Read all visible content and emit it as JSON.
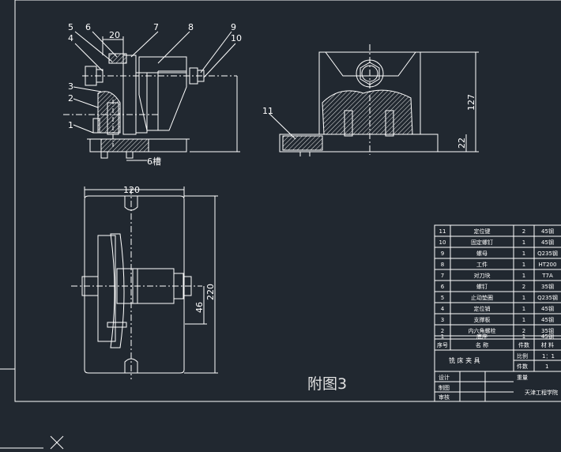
{
  "colors": {
    "background": "#212830",
    "line": "#ffffff",
    "hatch": "#e8e8e8",
    "dim": "#ffffff"
  },
  "caption": "附图3",
  "front_view": {
    "balloons": [
      "5",
      "6",
      "7",
      "8",
      "9",
      "10",
      "4",
      "3",
      "2",
      "1"
    ],
    "dim_width": "20",
    "dim_offset": "6槽"
  },
  "side_view": {
    "balloon": "11",
    "dim_height": "127",
    "dim_base": "22"
  },
  "top_view": {
    "dim_width": "120",
    "dim_length": "220",
    "dim_offset": "46"
  },
  "parts_list": {
    "rows": [
      {
        "no": "11",
        "name": "定位键",
        "qty": "2",
        "material": "45钢"
      },
      {
        "no": "10",
        "name": "固定螺钉",
        "qty": "1",
        "material": "45钢"
      },
      {
        "no": "9",
        "name": "螺母",
        "qty": "1",
        "material": "Q235钢"
      },
      {
        "no": "8",
        "name": "工件",
        "qty": "1",
        "material": "HT200"
      },
      {
        "no": "7",
        "name": "对刀块",
        "qty": "1",
        "material": "T7A"
      },
      {
        "no": "6",
        "name": "螺钉",
        "qty": "2",
        "material": "35钢"
      },
      {
        "no": "5",
        "name": "止动垫圈",
        "qty": "1",
        "material": "Q235钢"
      },
      {
        "no": "4",
        "name": "定位销",
        "qty": "1",
        "material": "45钢"
      },
      {
        "no": "3",
        "name": "支撑板",
        "qty": "1",
        "material": "45钢"
      },
      {
        "no": "2",
        "name": "内六角螺栓",
        "qty": "2",
        "material": "35钢"
      },
      {
        "no": "1",
        "name": "底座",
        "qty": "1",
        "material": "45钢"
      }
    ],
    "header": {
      "no": "序号",
      "name": "名  称",
      "qty": "件数",
      "material": "材  料"
    }
  },
  "title_block": {
    "drawing_name": "铣 床 夹 具",
    "scale_label": "比例",
    "scale_value": "1：1",
    "count_label": "件数",
    "count_value": "1",
    "weight_label": "重量",
    "designer_label": "设计",
    "drafter_label": "制图",
    "checker_label": "审核",
    "school": "天津工程学院"
  }
}
